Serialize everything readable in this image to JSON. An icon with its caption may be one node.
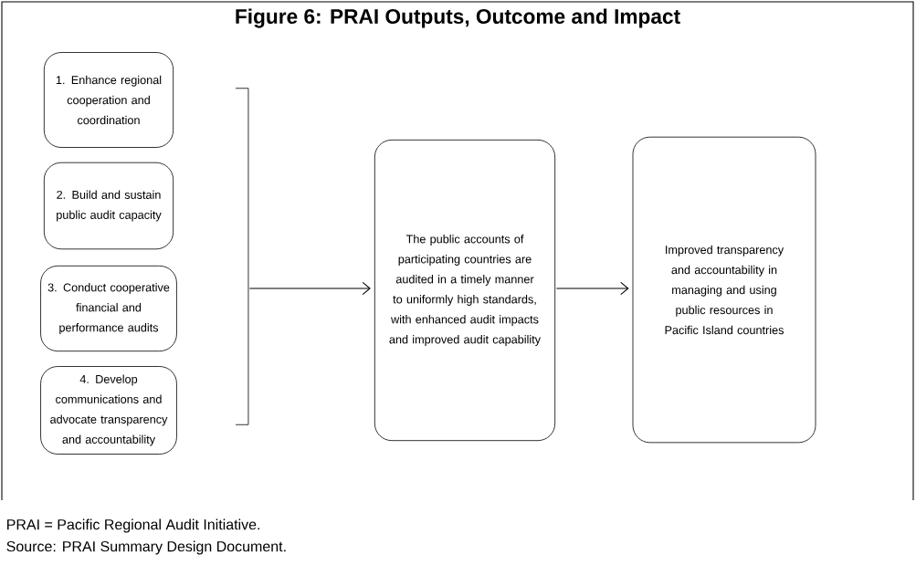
{
  "diagram": {
    "title": "Figure 6: PRAI Outputs, Outcome and Impact",
    "nodes": [
      {
        "text": [
          "1. Enhance regional cooperation and coordination"
        ]
      },
      {
        "text": [
          "2. Build and sustain public audit capacity"
        ]
      },
      {
        "text": [
          "3. Conduct cooperative financial and performance audits"
        ]
      },
      {
        "text": [
          "4. Develop communications and advocate transparency and accountability"
        ]
      },
      {
        "text": [],
        "shape": "bracket"
      },
      {
        "text": [
          "The public accounts of participating countries are audited in a timely manner to uniformly high standards, with enhanced audit impacts and improved audit capability"
        ]
      },
      {
        "text": [
          "Improved transparency and accountability in managing and using public resources in Pacific Island countries"
        ]
      }
    ],
    "edges": [
      {
        "from": 4,
        "to": 5,
        "arrow": "to"
      },
      {
        "from": 5,
        "to": 6,
        "arrow": "to"
      }
    ],
    "labels": [
      "PRAI = Pacific Regional Audit Initiative.",
      "Source: PRAI Summary Design Document."
    ]
  }
}
